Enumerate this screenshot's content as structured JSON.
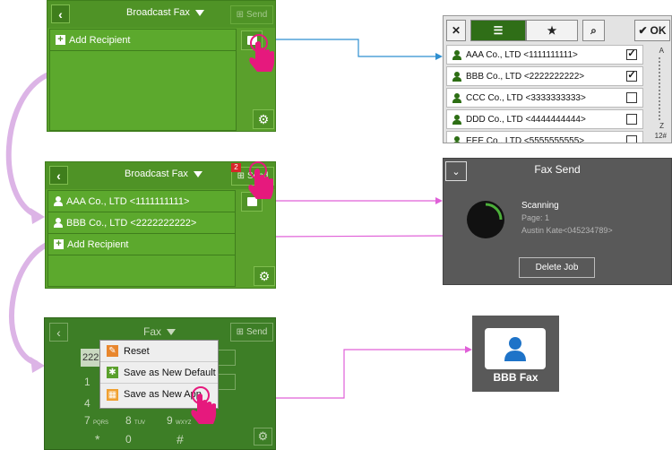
{
  "panel1": {
    "title": "Broadcast Fax",
    "send_label": "Send",
    "add_recipient": "Add Recipient"
  },
  "panel2": {
    "title": "Broadcast Fax",
    "send_label": "Send",
    "badge_count": "2",
    "recipients": [
      "AAA Co., LTD <1111111111>",
      "BBB Co., LTD <2222222222>"
    ],
    "add_recipient": "Add Recipient"
  },
  "picker": {
    "ok_label": "OK",
    "entries": [
      {
        "name": "AAA Co., LTD <1111111111>",
        "checked": true
      },
      {
        "name": "BBB Co., LTD <2222222222>",
        "checked": true
      },
      {
        "name": "CCC Co., LTD <3333333333>",
        "checked": false
      },
      {
        "name": "DDD Co., LTD <4444444444>",
        "checked": false
      },
      {
        "name": "EEE Co., LTD <5555555555>",
        "checked": false
      }
    ],
    "index_top": "A",
    "index_bottom_1": "Z",
    "index_bottom_2": "12#"
  },
  "faxsend": {
    "title": "Fax Send",
    "status": "Scanning",
    "page": "Page: 1",
    "user": "Austin Kate<045234789>",
    "delete_label": "Delete Job"
  },
  "panel3": {
    "title": "Fax",
    "send_label": "Send",
    "number_prefix": "222",
    "keys": [
      "1",
      "4",
      "7",
      "8",
      "9",
      "*",
      "0",
      "#"
    ],
    "key_letters": [
      "PQRS",
      "TUV",
      "WXYZ"
    ]
  },
  "menu": {
    "items": [
      "Reset",
      "Save as New Default",
      "Save as New App"
    ]
  },
  "tile": {
    "label": "BBB Fax"
  },
  "colors": {
    "panel_green": "#5aa02c",
    "dark_green": "#3d7e26",
    "hand_pink": "#e6197d",
    "arrow_blue": "#2f8fd0",
    "arrow_pink": "#e060d8",
    "swoosh": "#dcb4e6"
  }
}
